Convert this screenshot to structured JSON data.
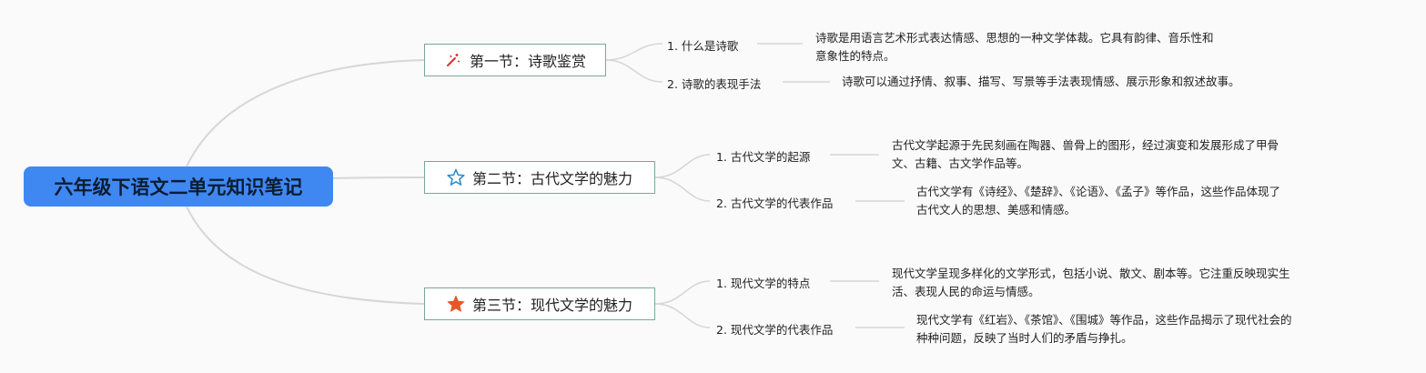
{
  "root": {
    "title": "六年级下语文二单元知识笔记"
  },
  "sections": [
    {
      "label": "第一节：诗歌鉴赏",
      "icon": "magic-wand-icon",
      "icon_color": "#d9322b",
      "items": [
        {
          "label": "1. 什么是诗歌",
          "desc": [
            "诗歌是用语言艺术形式表达情感、思想的一种文学体裁。它具有韵律、音乐性和",
            "意象性的特点。"
          ]
        },
        {
          "label": "2. 诗歌的表现手法",
          "desc": [
            "诗歌可以通过抒情、叙事、描写、写景等手法表现情感、展示形象和叙述故事。"
          ]
        }
      ]
    },
    {
      "label": "第二节：古代文学的魅力",
      "icon": "star-outline-icon",
      "icon_color": "#2f8fd6",
      "items": [
        {
          "label": "1. 古代文学的起源",
          "desc": [
            "古代文学起源于先民刻画在陶器、兽骨上的图形，经过演变和发展形成了甲骨",
            "文、古籍、古文学作品等。"
          ]
        },
        {
          "label": "2. 古代文学的代表作品",
          "desc": [
            "古代文学有《诗经》、《楚辞》、《论语》、《孟子》等作品，这些作品体现了",
            "古代文人的思想、美感和情感。"
          ]
        }
      ]
    },
    {
      "label": "第三节：现代文学的魅力",
      "icon": "star-filled-icon",
      "icon_color": "#e8562a",
      "items": [
        {
          "label": "1. 现代文学的特点",
          "desc": [
            "现代文学呈现多样化的文学形式，包括小说、散文、剧本等。它注重反映现实生",
            "活、表现人民的命运与情感。"
          ]
        },
        {
          "label": "2. 现代文学的代表作品",
          "desc": [
            "现代文学有《红岩》、《茶馆》、《围城》等作品，这些作品揭示了现代社会的",
            "种种问题，反映了当时人们的矛盾与挣扎。"
          ]
        }
      ]
    }
  ],
  "colors": {
    "root_bg": "#3f88f2",
    "node_border": "#7aa79a",
    "line": "#d6d6d6"
  }
}
